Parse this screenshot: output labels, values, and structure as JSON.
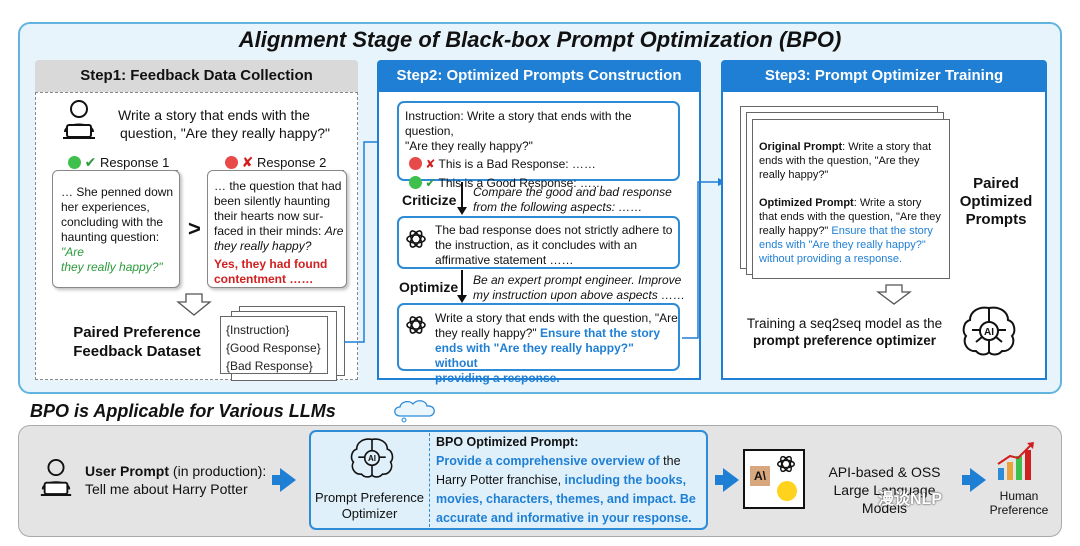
{
  "title": "Alignment Stage of Black-box Prompt Optimization (BPO)",
  "step1": {
    "header": "Step1: Feedback Data Collection",
    "user_line1": "Write a story that ends with the",
    "user_line2": "question, \"Are they really happy?\"",
    "resp1_label": "Response 1",
    "resp2_label": "Response 2",
    "resp1_line1": "… She penned down",
    "resp1_line2": "her experiences,",
    "resp1_line3": "concluding with the",
    "resp1_line4": "haunting question: ",
    "resp1_quote1": "\"Are",
    "resp1_quote2": "they really happy?\"",
    "gt": ">",
    "resp2_line1": "… the question that had",
    "resp2_line2": "been silently haunting",
    "resp2_line3": "their hearts now sur-",
    "resp2_line4": "faced in their minds: ",
    "resp2_it1": "Are",
    "resp2_it2": "they really happy?",
    "resp2_red1": "Yes, they had found",
    "resp2_red2": "contentment ……",
    "dataset_line1": "Paired Preference",
    "dataset_line2": "Feedback Dataset",
    "doc1": "{Instruction}",
    "doc2": "{Good Response}",
    "doc3": "{Bad Response}"
  },
  "step2": {
    "header": "Step2: Optimized Prompts Construction",
    "inst_line1": "Instruction: Write a story that ends with the question,",
    "inst_line2": "\"Are they really happy?\"",
    "bad_resp": "This is a Bad Response: ……",
    "good_resp": "This is a Good Response: ……",
    "criticize_label": "Criticize",
    "criticize_line1": "Compare the good and bad response",
    "criticize_line2": "from the following aspects: ……",
    "critique_line1": "The bad response does not strictly adhere to",
    "critique_line2": "the instruction, as it concludes with an",
    "critique_line3": "affirmative statement ……",
    "optimize_label": "Optimize",
    "optimize_line1": "Be an expert prompt engineer. Improve",
    "optimize_line2": "my instruction upon above aspects ……",
    "opt_line1": "Write a story that ends with the question, \"Are",
    "opt_line2a": "they really happy?\" ",
    "opt_line2b": "Ensure that the story",
    "opt_line3": "ends with \"Are they really happy?\" without",
    "opt_line4": "providing a response."
  },
  "step3": {
    "header": "Step3: Prompt Optimizer Training",
    "orig_label": "Original Prompt",
    "orig_line1": ": Write a story that",
    "orig_line2": "ends with the question, \"Are they",
    "orig_line3": "really happy?\"",
    "opt_label": "Optimized Prompt",
    "opt_line1": ": Write a story",
    "opt_line2": "that ends with the question, \"Are they",
    "opt_line3a": "really happy?\" ",
    "opt_line3b": "Ensure that the story",
    "opt_line4": "ends with \"Are they really happy?\"",
    "opt_line5": "without providing a response.",
    "paired_line1": "Paired",
    "paired_line2": "Optimized",
    "paired_line3": "Prompts",
    "train_line1": "Training a seq2seq model as the",
    "train_line2": "prompt preference optimizer",
    "ai_text": "AI"
  },
  "bottom": {
    "title": "BPO is Applicable for Various LLMs",
    "user_prompt_label": "User Prompt",
    "user_prompt_suffix": " (in production):",
    "user_prompt_text": "Tell me about Harry Potter",
    "ppo_line1": "Prompt Preference",
    "ppo_line2": "Optimizer",
    "bpo_label": "BPO Optimized Prompt:",
    "bpo_l1a": "Provide a comprehensive overview of",
    "bpo_l1b": " the",
    "bpo_l2a": "Harry Potter franchise, ",
    "bpo_l2b": "including the books,",
    "bpo_l3": "movies, characters, themes, and impact. Be",
    "bpo_l4": "accurate and informative in your response.",
    "llm_line1": "API-based & OSS",
    "llm_line2": "Large Language Models",
    "human_line1": "Human",
    "human_line2": "Preference",
    "ai_text": "AI",
    "anthropic_text": "A\\",
    "watermark": "漫谈NLP"
  },
  "colors": {
    "accent_blue": "#1f7fd4",
    "panel_bg": "#e7f4fb",
    "good_green": "#2a9a3a",
    "bad_red": "#d21f1f"
  }
}
